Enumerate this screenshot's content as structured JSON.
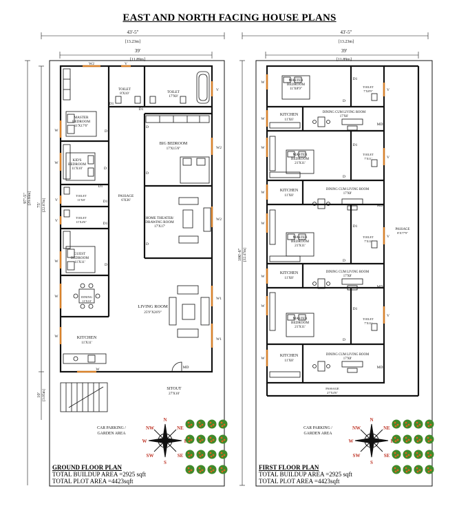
{
  "title": "EAST AND NORTH FACING HOUSE PLANS",
  "ground": {
    "dim_overall": "43'-5\"",
    "dim_overall_m": "[13.23m]",
    "dim_inner": "39'",
    "dim_inner_m": "[11.89m]",
    "dim_left_total": "97'-5\"",
    "dim_left_total_m": "[29.68m]",
    "dim_left_main": "75'",
    "dim_left_main_m": "[22.87m]",
    "dim_left_setback": "10'",
    "dim_left_setback_m": "[3.05m]",
    "rooms": {
      "toilet1": [
        "TOILET",
        "8'X10'"
      ],
      "toilet2": [
        "TOILET",
        "17'X8'"
      ],
      "master": [
        "MASTER",
        "BEDROOM",
        "11'X17'6\""
      ],
      "big": [
        "BIG BEDROOM",
        "17'X15'6\""
      ],
      "kids": [
        "KID'S",
        "BEDROOM",
        "11'X10'"
      ],
      "toilet3": [
        "TOILET",
        "11'X8'"
      ],
      "toilet4": [
        "TOILET",
        "11'X4'6\""
      ],
      "passage": [
        "PASSAGE",
        "6'X36'"
      ],
      "home": [
        "HOME THEATER/",
        "DRAWING ROOM",
        "17'X17'"
      ],
      "guest": [
        "GUEST",
        "BEDROOM",
        "11'X11'"
      ],
      "dining": [
        "DINING",
        "11'X10'"
      ],
      "living": [
        "LIVING ROOM",
        "25'9\"X26'9\""
      ],
      "kitchen": [
        "KITCHEN",
        "11'X11'"
      ],
      "sitout": [
        "SITOUT",
        "27'X10'"
      ],
      "parking": [
        "CAR PARKING /",
        "GARDEN AREA"
      ]
    },
    "labels": {
      "w": "W",
      "w1": "W1",
      "w2": "W2",
      "v": "V",
      "d": "D",
      "d1": "D1",
      "md": "MD"
    },
    "footer": {
      "heading": "GROUND FLOOR PLAN",
      "line1": "TOTAL BUILDUP AREA =2925 sqft",
      "line2": "TOTAL PLOT AREA =4423sqft"
    }
  },
  "first": {
    "dim_overall": "43'-5\"",
    "dim_overall_m": "[13.23m]",
    "dim_inner": "39'",
    "dim_inner_m": "[11.89m]",
    "dim_left_total": "106'-6\"",
    "dim_left_total_m": "[32.47m]",
    "rooms": {
      "master1": [
        "MASTER",
        "BEDROOM",
        "11'X8'9\""
      ],
      "toilet1": [
        "TOILET",
        "7'X8'9\""
      ],
      "kitchen1": [
        "KITCHEN",
        "11'X6'"
      ],
      "dining1": [
        "DINING CUM LIVING ROOM",
        "17'X6'"
      ],
      "master2": [
        "MASTER",
        "BEDROOM",
        "21'X11'"
      ],
      "toilet2": [
        "TOILET",
        "7'X11'"
      ],
      "kitchen2": [
        "KITCHEN",
        "11'X8'"
      ],
      "dining2": [
        "DINING CUM LIVING ROOM",
        "17'X8'"
      ],
      "master3": [
        "MASTER",
        "BEDROOM",
        "21'X11'"
      ],
      "toilet3": [
        "TOILET",
        "7'X11'"
      ],
      "kitchen3": [
        "KITCHEN",
        "11'X8'"
      ],
      "dining3": [
        "DINING CUM LIVING ROOM",
        "17'X8'"
      ],
      "master4": [
        "MASTER",
        "BEDROOM",
        "21'X11'"
      ],
      "toilet4": [
        "TOILET",
        "7'X11'"
      ],
      "kitchen4": [
        "KITCHEN",
        "11'X8'"
      ],
      "dining4": [
        "DINING CUM LIVING ROOM",
        "17'X8'"
      ],
      "passage_side": [
        "PASSAGE",
        "8'X77'9\""
      ],
      "passage_bottom": [
        "PASSAGE",
        "27'X4'6\""
      ],
      "parking": [
        "CAR PARKING /",
        "GARDEN AREA"
      ]
    },
    "footer": {
      "heading": "FIRST FLOOR PLAN",
      "line1": "TOTAL BUILDUP AREA =2925 sqft",
      "line2": "TOTAL PLOT AREA =4423sqft"
    }
  },
  "compass": [
    "N",
    "S",
    "E",
    "W",
    "NE",
    "NW",
    "SE",
    "SW"
  ],
  "colors": {
    "wall": "#111111",
    "window": "#d9822b",
    "plant": "#3f8a2b",
    "flower": "#e0641e",
    "compass_red": "#c0392b"
  }
}
